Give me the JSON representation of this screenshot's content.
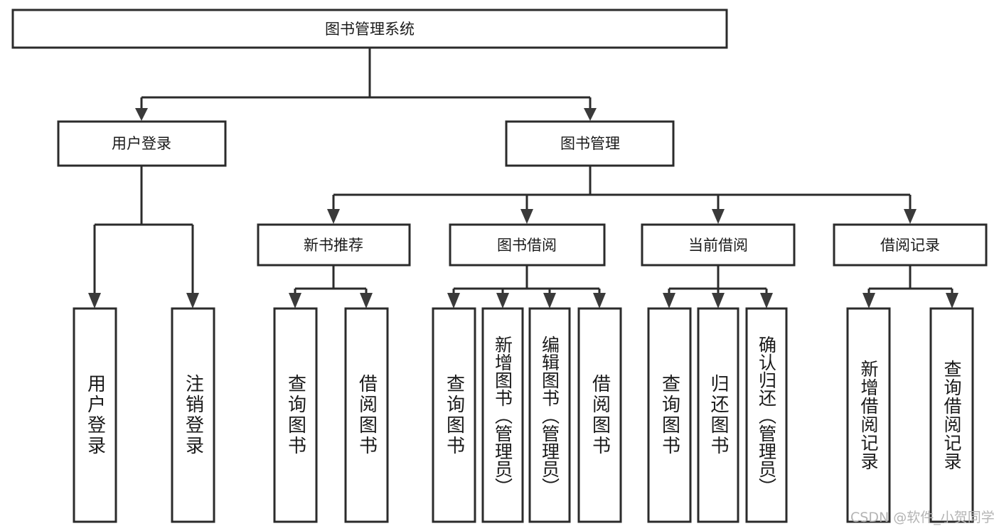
{
  "diagram": {
    "title": "图书管理系统",
    "type": "tree",
    "watermark": "CSDN @软件_小贺同学",
    "colors": {
      "stroke": "#2b2b2b",
      "arrow": "#3a3a3a",
      "box_fill": "#ffffff",
      "text": "#1a1a1a",
      "watermark": "#b4b4b4",
      "background": "#ffffff"
    },
    "levels": {
      "root": {
        "label": "图书管理系统"
      },
      "level2": [
        {
          "label": "用户登录"
        },
        {
          "label": "图书管理"
        }
      ],
      "level3": [
        {
          "label": "新书推荐"
        },
        {
          "label": "图书借阅"
        },
        {
          "label": "当前借阅"
        },
        {
          "label": "借阅记录"
        }
      ],
      "leaves": {
        "user_login": [
          {
            "label": "用户登录"
          },
          {
            "label": "注销登录"
          }
        ],
        "new_book_recommend": [
          {
            "label": "查询图书"
          },
          {
            "label": "借阅图书"
          }
        ],
        "book_borrow": [
          {
            "label": "查询图书"
          },
          {
            "label": "新增图书（管理员）"
          },
          {
            "label": "编辑图书（管理员）"
          },
          {
            "label": "借阅图书"
          }
        ],
        "current_borrow": [
          {
            "label": "查询图书"
          },
          {
            "label": "归还图书"
          },
          {
            "label": "确认归还（管理员）"
          }
        ],
        "borrow_record": [
          {
            "label": "新增借阅记录"
          },
          {
            "label": "查询借阅记录"
          }
        ]
      }
    }
  }
}
